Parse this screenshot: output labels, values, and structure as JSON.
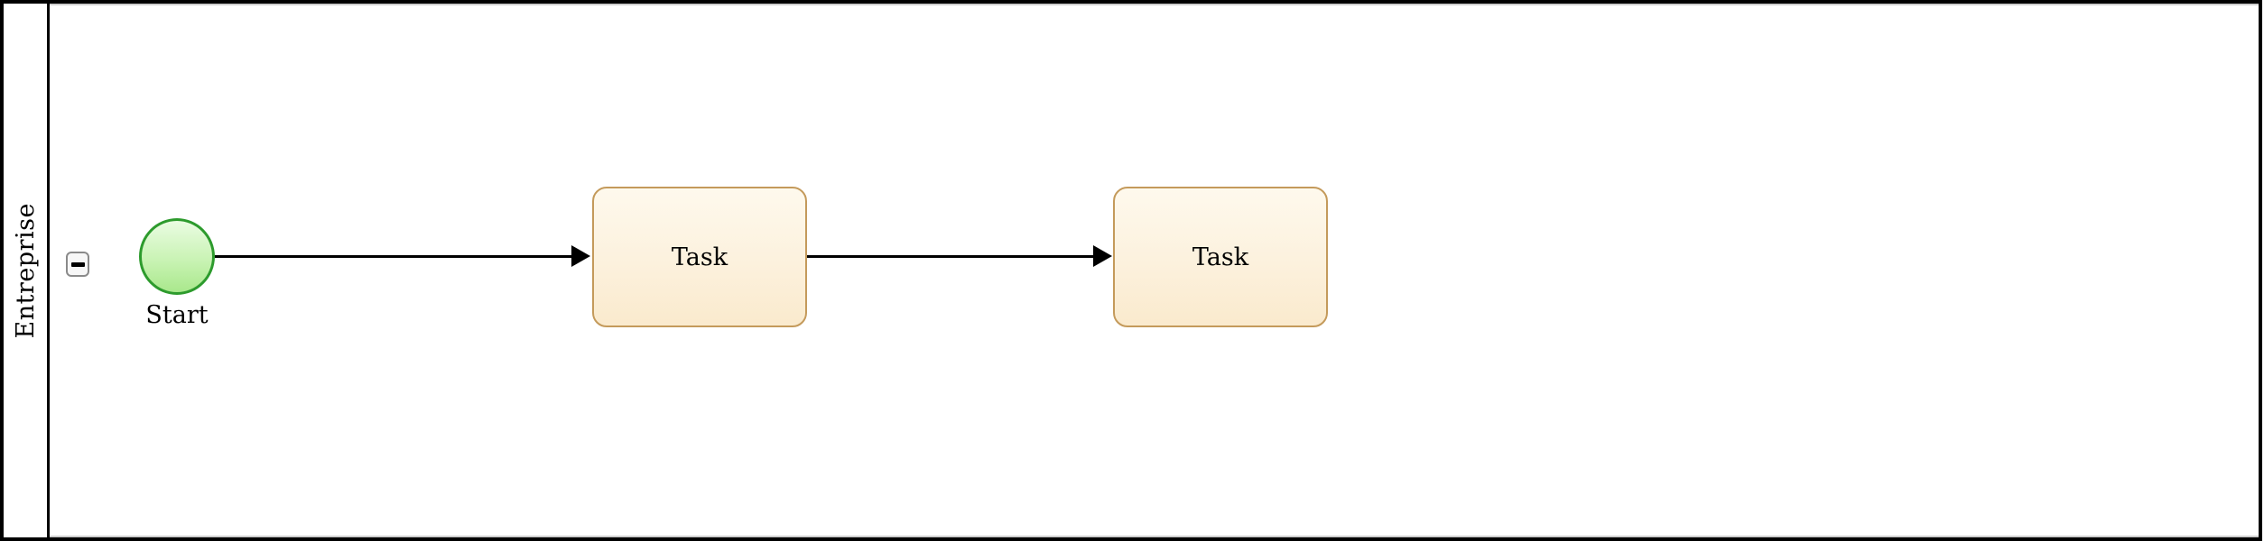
{
  "diagram_type": "bpmn-process",
  "pool": {
    "label": "Entreprise",
    "collapsed": false
  },
  "collapse_button": {
    "symbol": "−",
    "state": "expanded"
  },
  "nodes": {
    "start": {
      "type": "start-event",
      "label": "Start"
    },
    "task1": {
      "type": "task",
      "label": "Task"
    },
    "task2": {
      "type": "task",
      "label": "Task"
    }
  },
  "edges": [
    {
      "from": "start",
      "to": "task1",
      "type": "sequence-flow"
    },
    {
      "from": "task1",
      "to": "task2",
      "type": "sequence-flow"
    }
  ],
  "colors": {
    "pool_border": "#000000",
    "lane_inner_line": "#cecece",
    "start_fill_top": "#eafce2",
    "start_fill_bottom": "#a9e88c",
    "start_stroke": "#2d9b2d",
    "task_fill_top": "#fef9ed",
    "task_fill_bottom": "#faeacd",
    "task_stroke": "#c49a5b",
    "flow_line": "#000000",
    "button_border": "#8a8a8a",
    "button_fill": "#f7f7f7"
  }
}
